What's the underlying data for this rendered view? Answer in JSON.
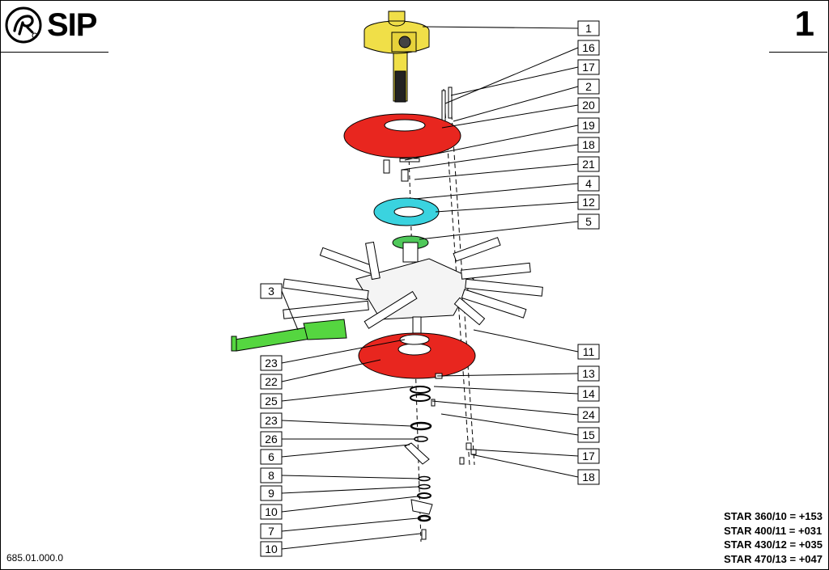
{
  "brand": {
    "name": "SIP"
  },
  "page_number": "1",
  "drawing_number": "685.01.000.0",
  "variants": [
    "STAR 360/10 = +153",
    "STAR 400/11 = +031",
    "STAR 430/12 = +035",
    "STAR 470/13 = +047"
  ],
  "callouts_right": [
    "1",
    "16",
    "17",
    "2",
    "20",
    "19",
    "18",
    "21",
    "4",
    "12",
    "5",
    "11",
    "13",
    "14",
    "24",
    "15",
    "17",
    "18"
  ],
  "callouts_left": [
    "3",
    "23",
    "22",
    "25",
    "23",
    "26",
    "6",
    "8",
    "9",
    "10",
    "7",
    "10"
  ],
  "colors": {
    "housing": "#f0df48",
    "disc_top": "#e8261f",
    "disc_bottom": "#e8261f",
    "cam_ring": "#3ad3df",
    "flange": "#4fc85a",
    "arm_highlight": "#55d640",
    "line": "#000000"
  }
}
